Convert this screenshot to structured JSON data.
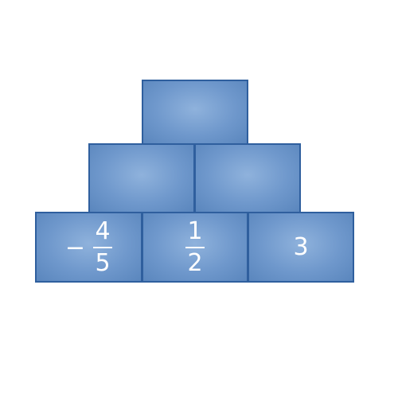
{
  "pyramid": {
    "top": {
      "value": ""
    },
    "middle": [
      {
        "value": ""
      },
      {
        "value": ""
      }
    ],
    "bottom": [
      {
        "sign": "−",
        "numerator": "4",
        "denominator": "5"
      },
      {
        "sign": "",
        "numerator": "1",
        "denominator": "2"
      },
      {
        "value": "3"
      }
    ]
  },
  "colors": {
    "brick_fill": "#6f98cc",
    "brick_border": "#2f5f9e",
    "text": "#ffffff"
  }
}
